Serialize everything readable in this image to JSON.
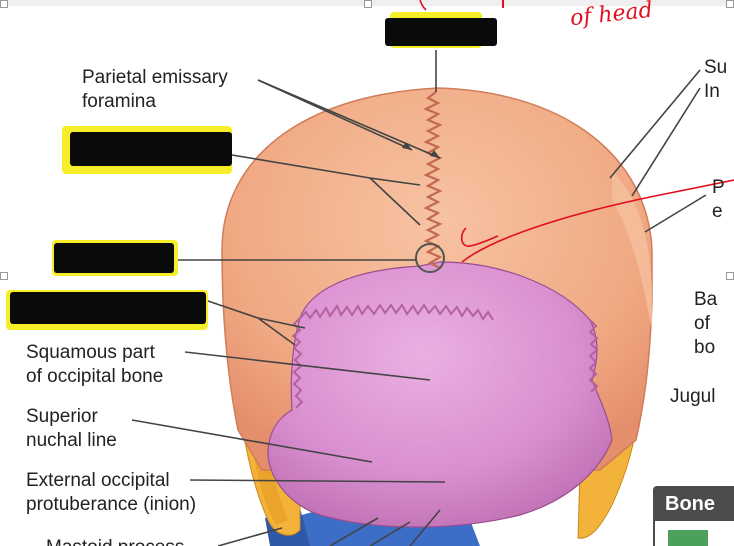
{
  "labels": {
    "parietal_emissary": [
      "Parietal emissary",
      "foramina"
    ],
    "squamous_part": [
      "Squamous part",
      "of occipital bone"
    ],
    "superior_nuchal": [
      "Superior",
      "nuchal line"
    ],
    "external_occipital": [
      "External occipital",
      "protuberance (inion)"
    ],
    "mastoid_process": "Mastoid process",
    "right_cut_1": [
      "Su",
      "In"
    ],
    "right_cut_2": [
      "P",
      "e"
    ],
    "right_cut_3": [
      "Ba",
      "of",
      "bo"
    ],
    "right_cut_4": "Jugul"
  },
  "handwriting": {
    "top_right": "of head"
  },
  "legend": {
    "title": "Bone"
  },
  "colors": {
    "parietal_bone": "#f0a882",
    "occipital_bone": "#d98fcf",
    "temporal_bone": "#f3b33a",
    "vertebra": "#3c6ec8",
    "leader_line": "#444444",
    "ink_red": "#e01020",
    "redaction": "#0a0a0a",
    "highlight": "#f7ee2a",
    "legend_header": "#4c4c4c",
    "legend_swatch": "#49a15a"
  },
  "icons": {
    "lambda_circle": "circle-marker-icon"
  }
}
